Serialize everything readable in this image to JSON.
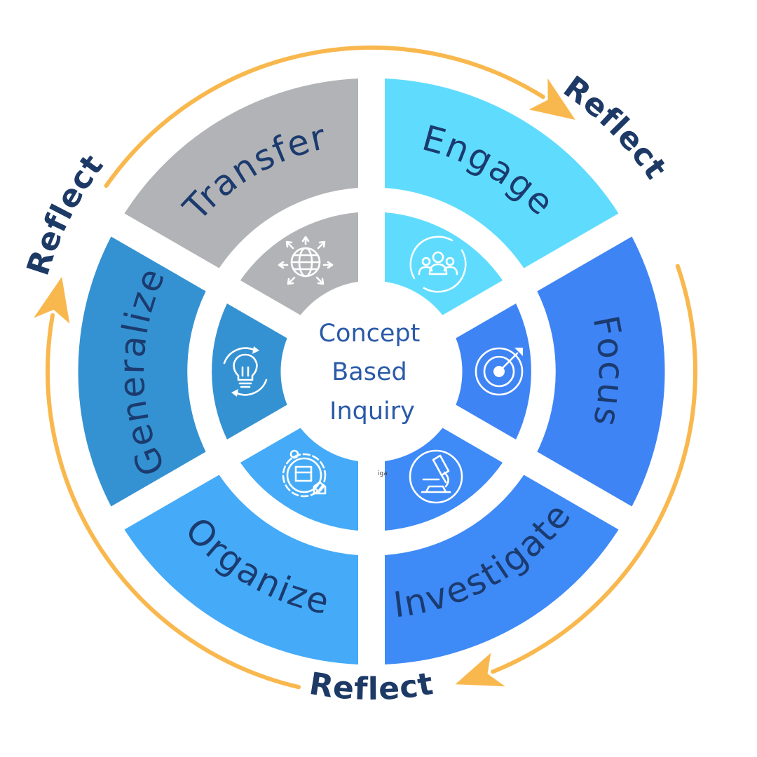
{
  "center": {
    "lines": [
      "Concept",
      "Based",
      "Inquiry"
    ]
  },
  "stages": [
    {
      "label": "Engage",
      "color": "#5fdcfd",
      "icon": "group-cycle-icon"
    },
    {
      "label": "Focus",
      "color": "#3f84f5",
      "icon": "target-icon"
    },
    {
      "label": "Investigate",
      "color": "#3e8af7",
      "icon": "microscope-icon"
    },
    {
      "label": "Organize",
      "color": "#45abf8",
      "icon": "organize-gear-icon"
    },
    {
      "label": "Generalize",
      "color": "#3592d2",
      "icon": "lightbulb-cycle-icon"
    },
    {
      "label": "Transfer",
      "color": "#b2b3b6",
      "icon": "globe-arrows-icon"
    }
  ],
  "reflect_labels": [
    "Reflect",
    "Reflect",
    "Reflect"
  ],
  "arrow_color": "#f9b84e",
  "stray_text": "iga"
}
